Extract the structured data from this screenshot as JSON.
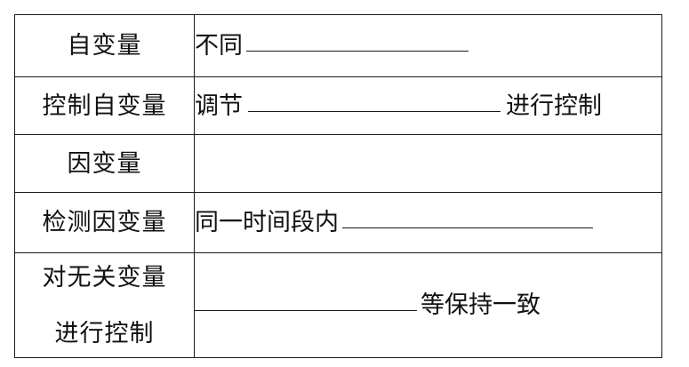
{
  "table": {
    "rows": [
      {
        "label": "自变量",
        "value_text": "不同"
      },
      {
        "label": "控制自变量",
        "value_prefix": "调节",
        "value_suffix": "进行控制"
      },
      {
        "label": "因变量",
        "value_text": ""
      },
      {
        "label": "检测因变量",
        "value_prefix": "同一时间段内"
      },
      {
        "label_line1": "对无关变量",
        "label_line2": "进行控制",
        "value_suffix": "等保持一致"
      }
    ]
  }
}
